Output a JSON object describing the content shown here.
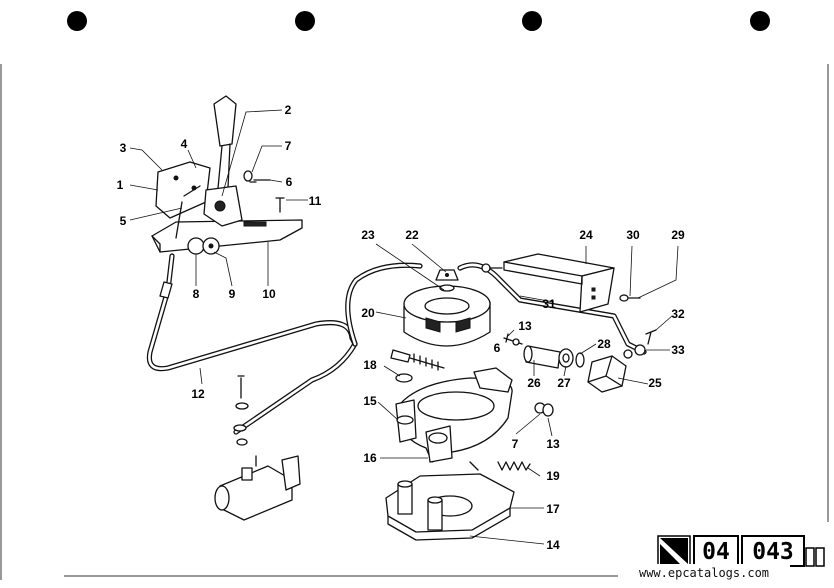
{
  "diagram": {
    "callouts": [
      "1",
      "2",
      "3",
      "4",
      "5",
      "6",
      "7",
      "8",
      "9",
      "10",
      "11",
      "12",
      "13",
      "14",
      "15",
      "16",
      "17",
      "18",
      "19",
      "20",
      "22",
      "23",
      "24",
      "25",
      "26",
      "27",
      "28",
      "29",
      "30",
      "31",
      "32",
      "33",
      "6",
      "7",
      "13"
    ],
    "page_code_part1": "04",
    "page_code_part2": "043",
    "watermark": "www.epcatalogs.com"
  }
}
